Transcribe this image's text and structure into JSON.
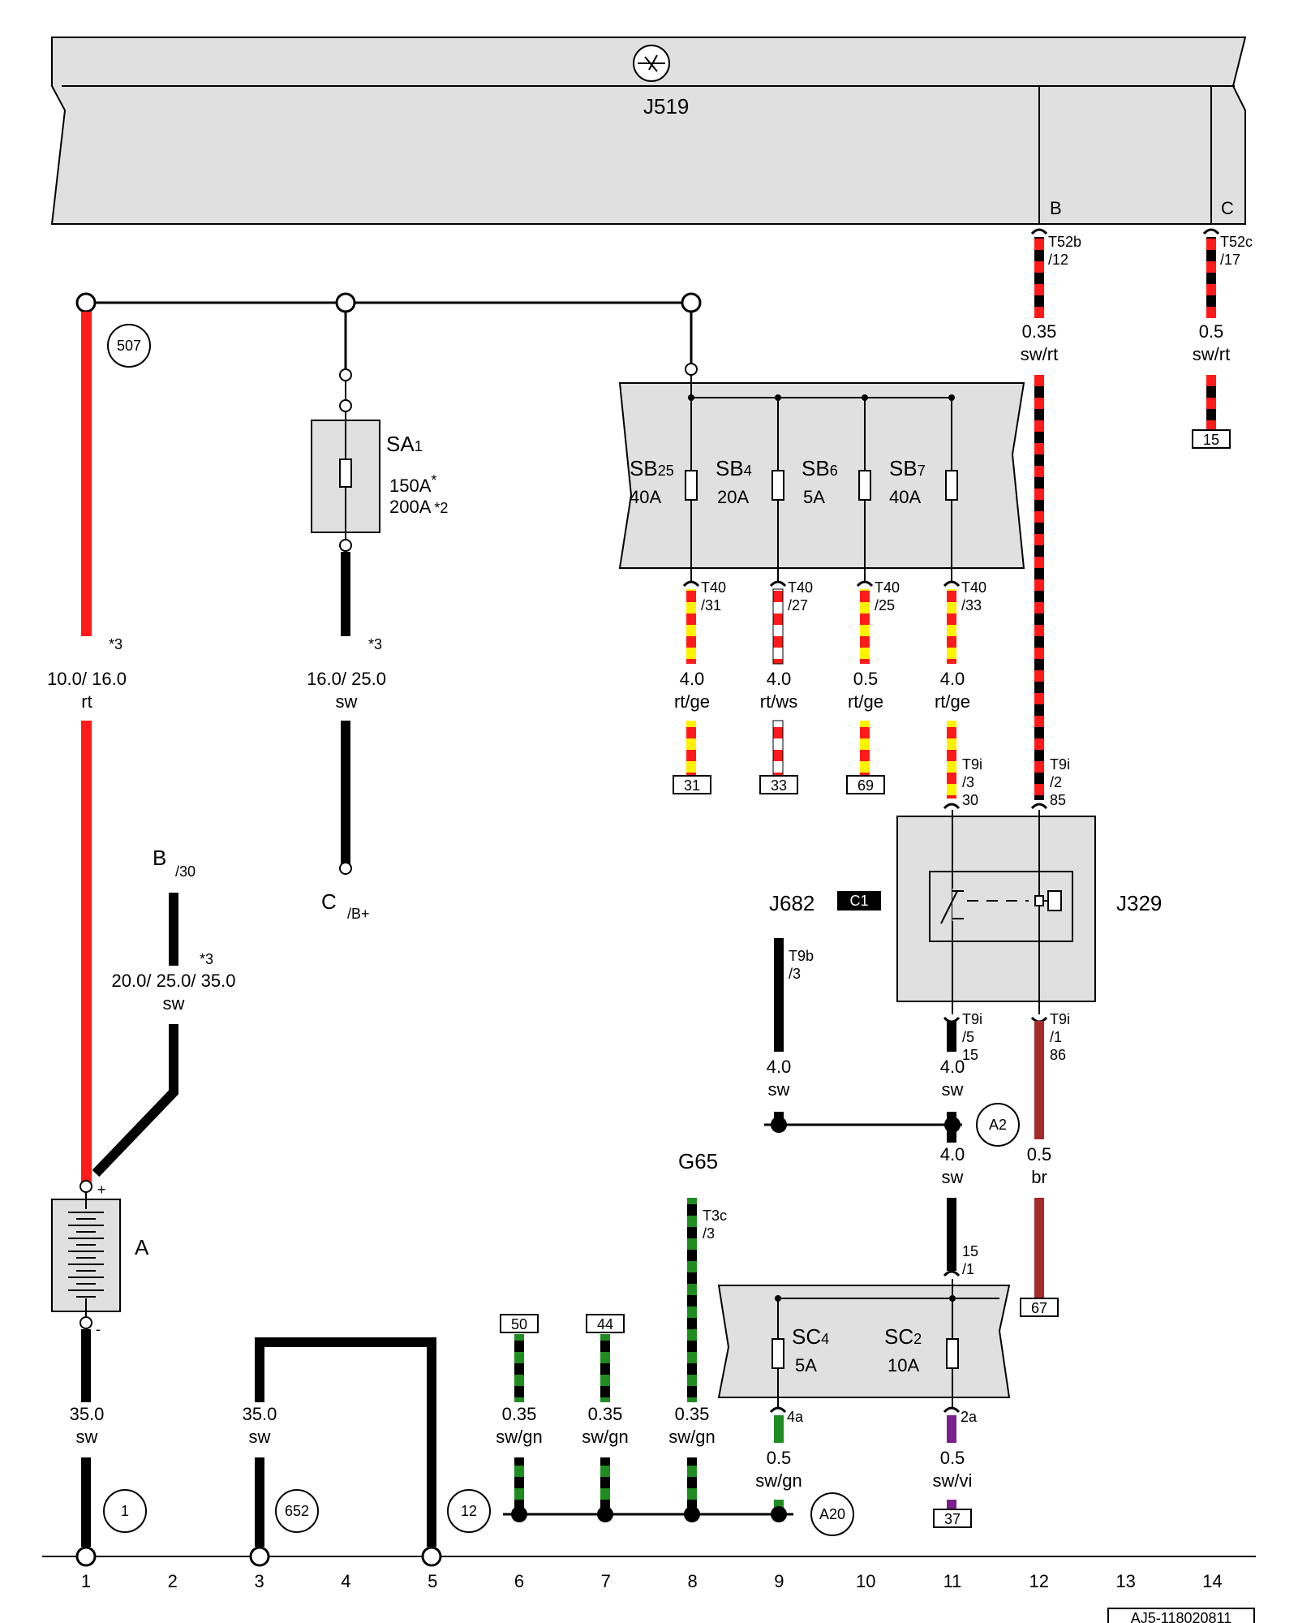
{
  "colors": {
    "rt": "#ff1a1a",
    "sw": "#000000",
    "ge": "#fff200",
    "ws": "#ffffff",
    "gn": "#1f8c1f",
    "vi": "#7a1f8c",
    "br": "#a52a2a",
    "panel": "#e0e0e0"
  },
  "header": {
    "component": "J519",
    "pin_b": "B",
    "pin_c": "C",
    "conn_b": "T52b",
    "conn_b_pin": "/12",
    "conn_c": "T52c",
    "conn_c_pin": "/17"
  },
  "wires": {
    "w507": {
      "circle": "507",
      "note": "*3",
      "size": "10.0/ 16.0",
      "color": "rt"
    },
    "sa1_out": {
      "note": "*3",
      "size": "16.0/ 25.0",
      "color": "sw"
    },
    "b30": {
      "note": "*3",
      "size": "20.0/ 25.0/ 35.0",
      "color": "sw"
    },
    "j519_b": {
      "size": "0.35",
      "color": "sw/rt"
    },
    "j519_c": {
      "size": "0.5",
      "color": "sw/rt",
      "ref": "15"
    },
    "t40_31": {
      "size": "4.0",
      "color": "rt/ge",
      "ref": "31"
    },
    "t40_27": {
      "size": "4.0",
      "color": "rt/ws",
      "ref": "33"
    },
    "t40_25": {
      "size": "0.5",
      "color": "rt/ge",
      "ref": "69"
    },
    "t40_33": {
      "size": "4.0",
      "color": "rt/ge"
    },
    "j682": {
      "size": "4.0",
      "color": "sw"
    },
    "j329_15": {
      "size": "4.0",
      "color": "sw"
    },
    "a2_down": {
      "size": "4.0",
      "color": "sw"
    },
    "j329_86": {
      "size": "0.5",
      "color": "br",
      "ref": "67"
    },
    "ground1": {
      "size": "35.0",
      "color": "sw",
      "circle": "1"
    },
    "ground3": {
      "size": "35.0",
      "color": "sw",
      "circle": "652"
    },
    "w50": {
      "size": "0.35",
      "color": "sw/gn",
      "ref": "50"
    },
    "w44": {
      "size": "0.35",
      "color": "sw/gn",
      "ref": "44"
    },
    "g65": {
      "size": "0.35",
      "color": "sw/gn"
    },
    "sc4": {
      "size": "0.5",
      "color": "sw/gn"
    },
    "sc2": {
      "size": "0.5",
      "color": "sw/vi",
      "ref": "37"
    }
  },
  "fuses": {
    "sa1": {
      "name": "SA",
      "sub": "1",
      "rating1": "150A",
      "star1": "*",
      "rating2": "200A",
      "star2": "*2"
    },
    "sb25": {
      "name": "SB",
      "sub": "25",
      "rating": "40A"
    },
    "sb4": {
      "name": "SB",
      "sub": "4",
      "rating": "20A"
    },
    "sb6": {
      "name": "SB",
      "sub": "6",
      "rating": "5A"
    },
    "sb7": {
      "name": "SB",
      "sub": "7",
      "rating": "40A"
    },
    "sc4": {
      "name": "SC",
      "sub": "4",
      "rating": "5A"
    },
    "sc2": {
      "name": "SC",
      "sub": "2",
      "rating": "10A"
    }
  },
  "connectors": {
    "t40": "T40",
    "t40_31": "/31",
    "t40_27": "/27",
    "t40_25": "/25",
    "t40_33": "/33",
    "t9i": "T9i",
    "t9i_3": "/3",
    "t9i_3_term": "30",
    "t9i_2": "/2",
    "t9i_2_term": "85",
    "t9i_5": "/5",
    "t9i_5_term": "15",
    "t9i_1": "/1",
    "t9i_1_term": "86",
    "t9b": "T9b",
    "t9b_pin": "/3",
    "t3c": "T3c",
    "t3c_pin": "/3",
    "sc_in_top": "15",
    "sc_in_bot": "/1",
    "sc4_out": "4a",
    "sc2_out": "2a"
  },
  "components": {
    "battery": "A",
    "battery_plus": "+",
    "battery_minus": "-",
    "b30_name": "B",
    "b30_pin": "/30",
    "c_name": "C",
    "c_pin": "/B+",
    "j682": "J682",
    "c1_badge": "C1",
    "j329": "J329",
    "g65": "G65",
    "a2": "A2",
    "a20": "A20",
    "circle12": "12"
  },
  "bottom_ruler": [
    "1",
    "2",
    "3",
    "4",
    "5",
    "6",
    "7",
    "8",
    "9",
    "10",
    "11",
    "12",
    "13",
    "14"
  ],
  "image_id": "AJ5-118020811"
}
